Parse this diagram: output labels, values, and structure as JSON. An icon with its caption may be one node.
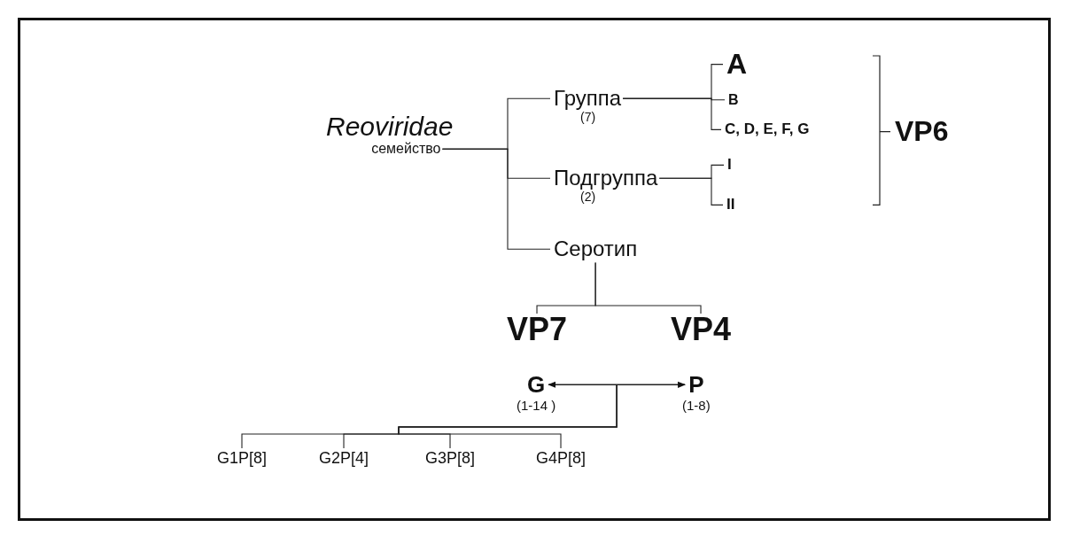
{
  "diagram": {
    "nodes": [
      {
        "text": [
          "Reoviridae",
          "семейство"
        ]
      },
      {
        "text": [
          "Группа",
          "(7)"
        ]
      },
      {
        "text": [
          "Подгруппа",
          "(2)"
        ]
      },
      {
        "text": [
          "Серотип"
        ]
      },
      {
        "text": [
          "A"
        ]
      },
      {
        "text": [
          "B"
        ]
      },
      {
        "text": [
          "C, D, E, F, G"
        ]
      },
      {
        "text": [
          "I"
        ]
      },
      {
        "text": [
          "II"
        ]
      },
      {
        "text": [
          "VP7"
        ]
      },
      {
        "text": [
          "VP4"
        ]
      },
      {
        "text": [
          "G",
          "(1-14 )"
        ]
      },
      {
        "text": [
          "P",
          "(1-8)"
        ]
      },
      {
        "text": [
          "G1P[8]"
        ]
      },
      {
        "text": [
          "G2P[4]"
        ]
      },
      {
        "text": [
          "G3P[8]"
        ]
      },
      {
        "text": [
          "G4P[8]"
        ]
      }
    ],
    "edges": [
      {
        "from": 0,
        "to": 1,
        "arrow": "none"
      },
      {
        "from": 0,
        "to": 2,
        "arrow": "none"
      },
      {
        "from": 0,
        "to": 3,
        "arrow": "none"
      },
      {
        "from": 1,
        "to": 4,
        "arrow": "none"
      },
      {
        "from": 1,
        "to": 5,
        "arrow": "none"
      },
      {
        "from": 1,
        "to": 6,
        "arrow": "none"
      },
      {
        "from": 2,
        "to": 7,
        "arrow": "none"
      },
      {
        "from": 2,
        "to": 8,
        "arrow": "none"
      },
      {
        "from": 3,
        "to": 9,
        "arrow": "none"
      },
      {
        "from": 3,
        "to": 10,
        "arrow": "none"
      },
      {
        "from": 11,
        "to": 12,
        "arrow": "both"
      },
      {
        "from": null,
        "to": 13,
        "arrow": "none"
      },
      {
        "from": null,
        "to": 14,
        "arrow": "none"
      },
      {
        "from": null,
        "to": 15,
        "arrow": "none"
      },
      {
        "from": null,
        "to": 16,
        "arrow": "none"
      }
    ],
    "labels": [
      "VP6"
    ]
  }
}
